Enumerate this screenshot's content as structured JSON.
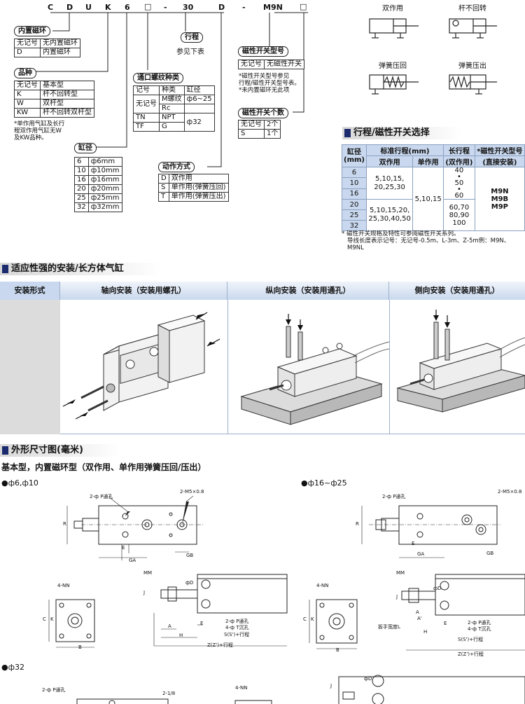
{
  "model_code": {
    "parts": [
      "C",
      "D",
      "U",
      "K",
      "6",
      "□",
      "-",
      "30",
      "D",
      "-",
      "M9N",
      "□"
    ]
  },
  "magnet_ring": {
    "title": "内置磁环",
    "rows": [
      [
        "无记号",
        "无内置磁环"
      ],
      [
        "D",
        "内置磁环"
      ]
    ]
  },
  "variety": {
    "title": "品种",
    "rows": [
      [
        "无记号",
        "基本型"
      ],
      [
        "K",
        "杆不回转型"
      ],
      [
        "W",
        "双杆型"
      ],
      [
        "KW",
        "杆不回转双杆型"
      ]
    ],
    "note": [
      "*单作用气缸及长行",
      "程双作用气缸无W",
      "及KW品种。"
    ]
  },
  "bore": {
    "title": "缸径",
    "rows": [
      [
        "6",
        "ф6mm"
      ],
      [
        "10",
        "ф10mm"
      ],
      [
        "16",
        "ф16mm"
      ],
      [
        "20",
        "ф20mm"
      ],
      [
        "25",
        "ф25mm"
      ],
      [
        "32",
        "ф32mm"
      ]
    ]
  },
  "stroke": {
    "title": "行程",
    "note": "参见下表"
  },
  "port_thread": {
    "title": "通口螺纹种类",
    "header": [
      "记号",
      "种类",
      "缸径"
    ],
    "rows": [
      [
        "无记号",
        "M螺纹",
        "ф6~25"
      ],
      [
        "",
        "Rc",
        ""
      ],
      [
        "TN",
        "NPT",
        "ф32"
      ],
      [
        "TF",
        "G",
        ""
      ]
    ]
  },
  "action": {
    "title": "动作方式",
    "rows": [
      [
        "D",
        "双作用"
      ],
      [
        "S",
        "单作用(弹簧压回)"
      ],
      [
        "T",
        "单作用(弹簧压出)"
      ]
    ]
  },
  "switch_model": {
    "title": "磁性开关型号",
    "rows": [
      [
        "无记号",
        "无磁性开关"
      ]
    ],
    "note": [
      "*磁性开关型号参见",
      "行程/磁性开关型号表。",
      "*未内置磁环无此项"
    ]
  },
  "switch_count": {
    "title": "磁性开关个数",
    "rows": [
      [
        "无记号",
        "2个"
      ],
      [
        "S",
        "1个"
      ]
    ]
  },
  "symbols": {
    "double": "双作用",
    "nonrot": "杆不回转",
    "spring_return": "弹簧压回",
    "spring_extend": "弹簧压出"
  },
  "stroke_table": {
    "section_title": "行程/磁性开关选择",
    "col_bore": "缸径\n(mm)",
    "col_std": "标准行程(mm)",
    "col_long": "长行程",
    "col_switch": "*磁性开关型号",
    "sub_double": "双作用",
    "sub_single": "单作用",
    "sub_long": "(双作用)",
    "sub_switch": "(直接安装)",
    "bores": [
      "6",
      "10",
      "16",
      "20",
      "25",
      "32"
    ],
    "std_double_a": "5,10,15,\n20,25,30",
    "std_double_b": "5,10,15,20,\n25,30,40,50",
    "std_single": "5,10,15",
    "long_values": [
      "40",
      "•",
      "50",
      "•",
      "60",
      "60,70",
      "80,90",
      "100"
    ],
    "switches": [
      "M9N",
      "M9B",
      "M9P"
    ],
    "notes": [
      "* 磁性开关规格及特性可参阅磁性开关系列。",
      "导线长度表示记号：无记号-0.5m、L-3m、Z-5m例：M9N、M9NL"
    ]
  },
  "mounting": {
    "section_title": "适应性强的安装/长方体气缸",
    "col_label": "安装形式",
    "types": [
      "轴向安装（安装用螺孔）",
      "纵向安装（安装用通孔）",
      "侧向安装（安装用通孔）"
    ]
  },
  "dimensions": {
    "section_title": "外形尺寸图(毫米)",
    "subtitle": "基本型，内置磁环型（双作用、单作用弹簧压回/压出）",
    "group1": "●ф6,ф10",
    "group2": "●ф16~ф25",
    "group3": "●ф32",
    "labels": {
      "hole_p": "2-ф P通孔",
      "m5": "2-M5×0.8",
      "nn": "4-NN",
      "mm": "MM",
      "t_hole": "4-ф T沉孔",
      "s_stroke": "S(S')+行程",
      "z_stroke": "Z(Z')+行程",
      "wrench": "扳手宽度L",
      "rc": "2-1/8",
      "r": "R",
      "e": "E",
      "ga": "GA",
      "gb": "GB",
      "c": "C",
      "k": "K",
      "b": "B",
      "a": "A",
      "a2": "A'",
      "h": "H",
      "j": "J",
      "d": "фD"
    }
  }
}
